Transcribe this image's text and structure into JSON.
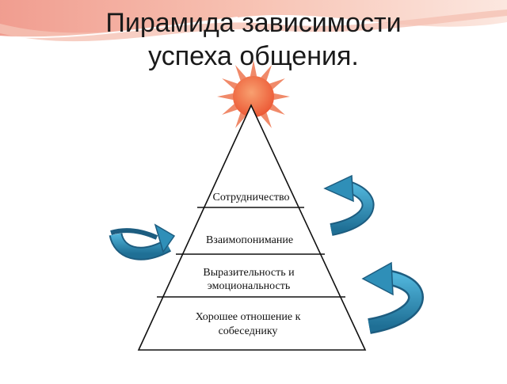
{
  "slide": {
    "title_line1": "Пирамида зависимости",
    "title_line2": "успеха общения."
  },
  "pyramid": {
    "levels": [
      {
        "line1": "Сотрудничество",
        "line2": ""
      },
      {
        "line1": "Взаимопонимание",
        "line2": ""
      },
      {
        "line1": "Выразительность и",
        "line2": "эмоциональность"
      },
      {
        "line1": "Хорошее отношение к",
        "line2": "собеседнику"
      }
    ]
  },
  "colors": {
    "sun": "#f07048",
    "sun_rays": "#f08a6a",
    "arrow": "#2f8fb8",
    "arrow_dark": "#1d5d80",
    "header_wave": "#f2a08a"
  },
  "icons": [
    "sun-icon",
    "curved-arrow-icon"
  ]
}
